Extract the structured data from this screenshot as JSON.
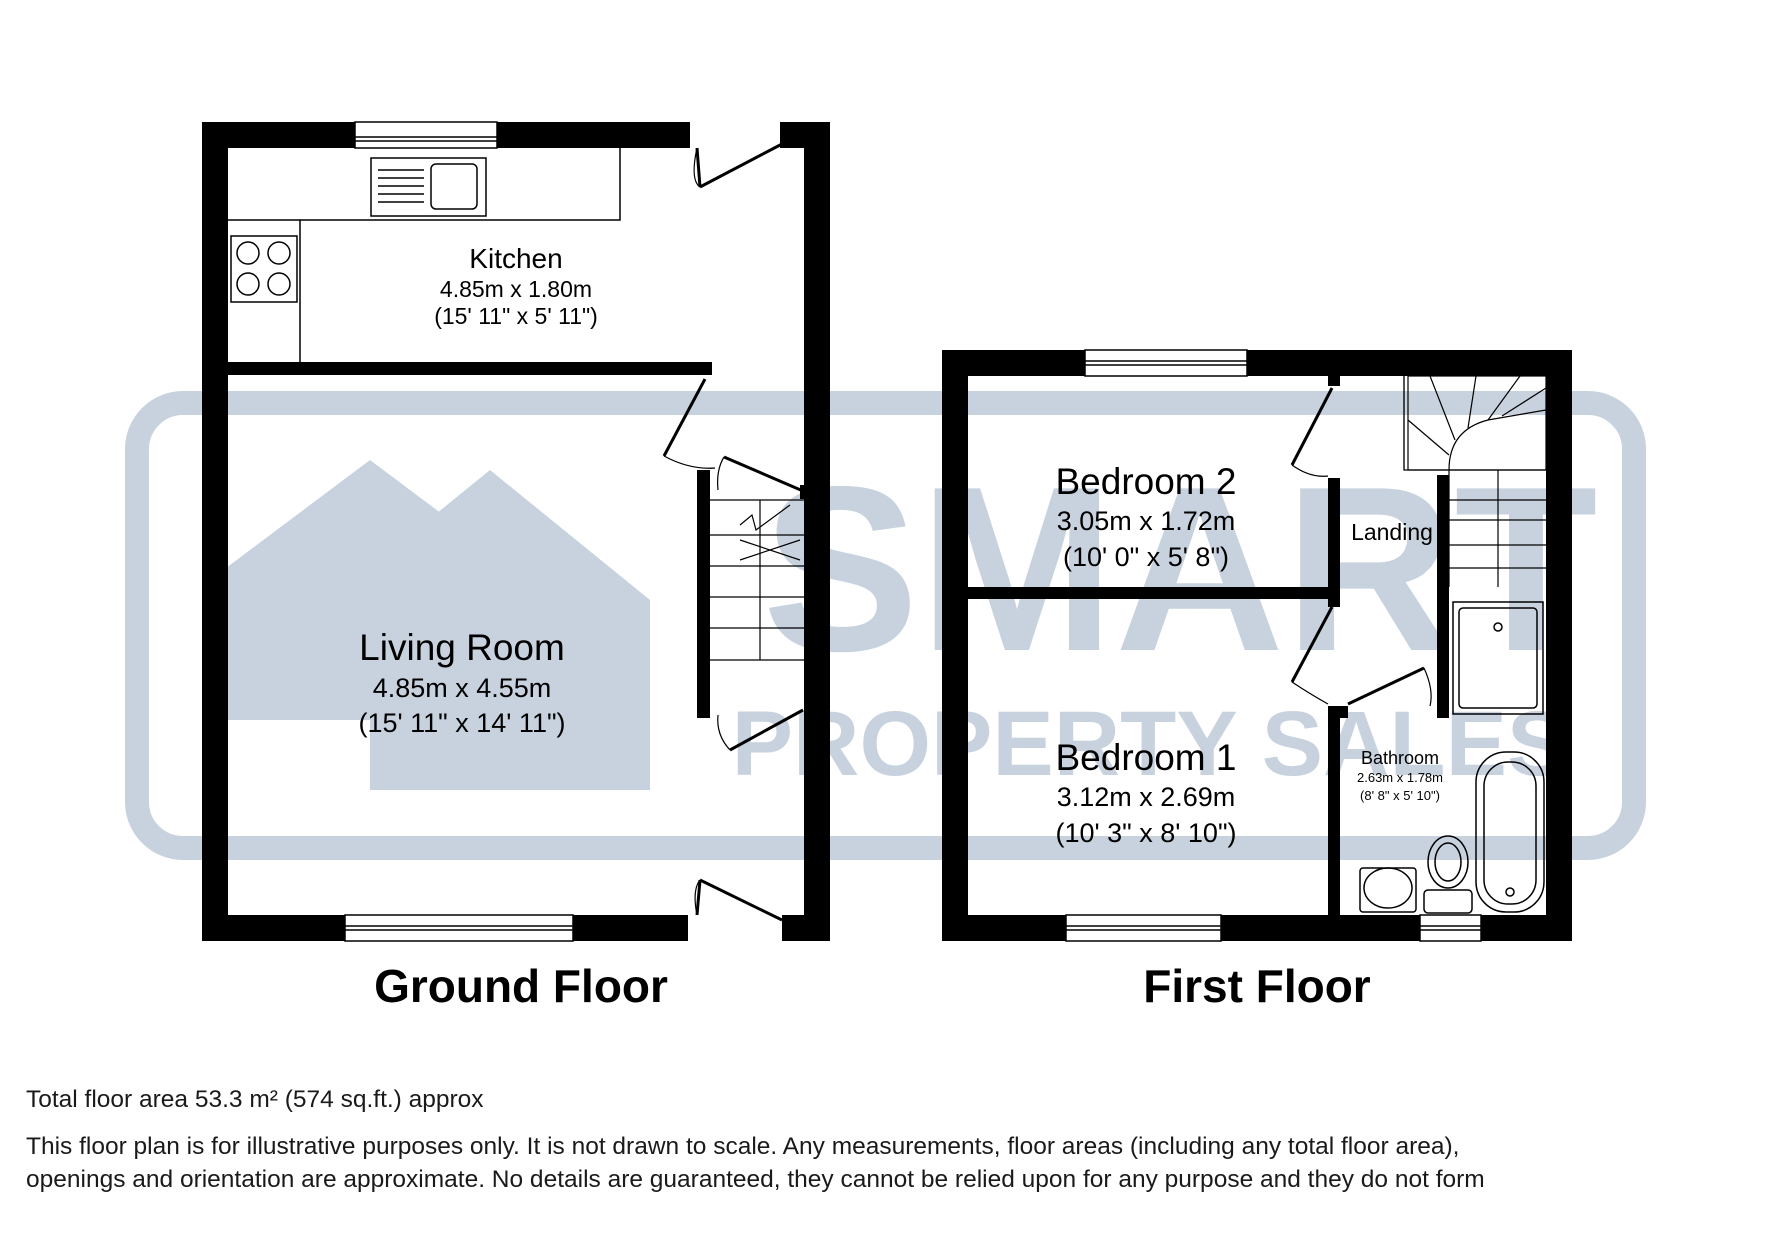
{
  "watermark": {
    "line1": "SMART",
    "line2": "PROPERTY SALES",
    "color": "#c8d2de"
  },
  "ground_floor": {
    "label": "Ground Floor",
    "rooms": [
      {
        "name": "Kitchen",
        "metric": "4.85m x 1.80m",
        "imperial": "(15' 11\" x 5' 11\")"
      },
      {
        "name": "Living Room",
        "metric": "4.85m x 4.55m",
        "imperial": "(15' 11\" x 14' 11\")"
      }
    ]
  },
  "first_floor": {
    "label": "First Floor",
    "rooms": [
      {
        "name": "Bedroom 2",
        "metric": "3.05m x 1.72m",
        "imperial": "(10' 0\" x 5' 8\")"
      },
      {
        "name": "Landing"
      },
      {
        "name": "Bedroom 1",
        "metric": "3.12m x 2.69m",
        "imperial": "(10' 3\" x 8' 10\")"
      },
      {
        "name": "Bathroom",
        "metric": "2.63m x 1.78m",
        "imperial": "(8' 8\" x 5' 10\")"
      }
    ]
  },
  "footer": {
    "total_area": "Total floor area 53.3 m² (574 sq.ft.) approx",
    "disclaimer_line1": "This floor plan is for illustrative purposes only. It is not drawn to scale. Any measurements, floor areas (including any total floor area),",
    "disclaimer_line2": "openings and orientation are approximate. No details are guaranteed, they cannot be relied upon for any purpose and they do not form"
  },
  "colors": {
    "wall": "#000000",
    "background": "#ffffff"
  }
}
